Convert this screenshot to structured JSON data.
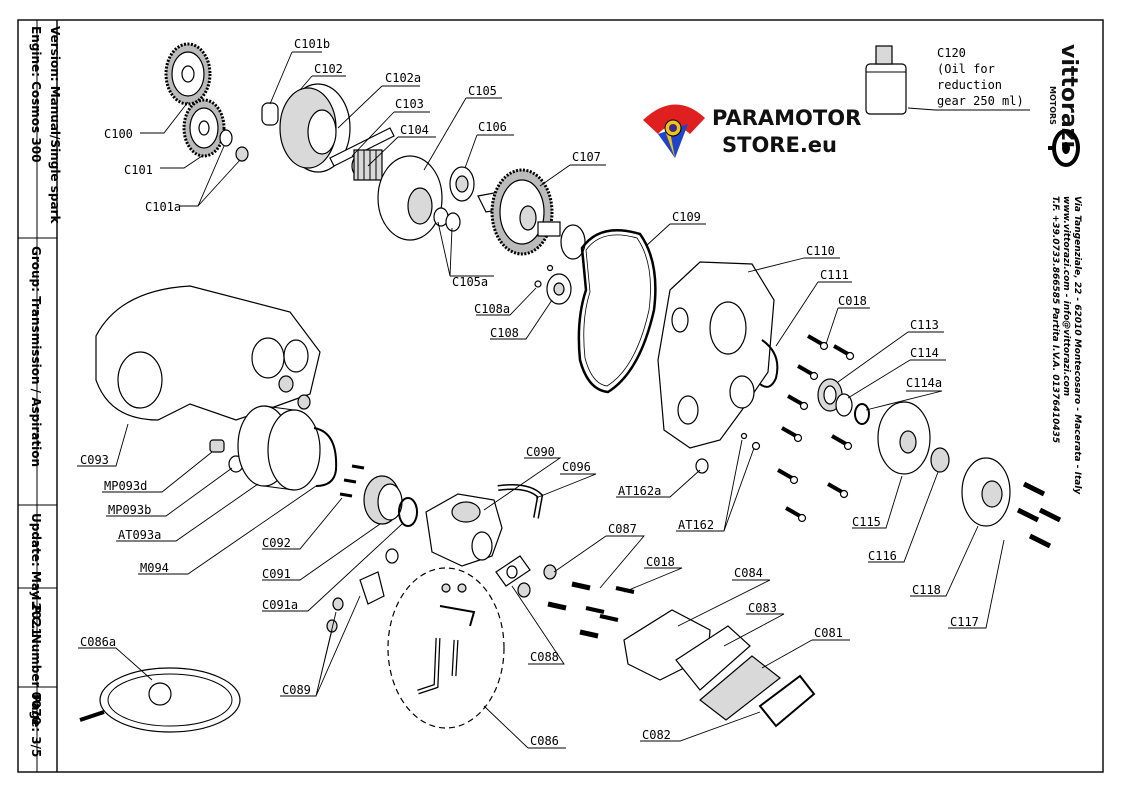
{
  "header": {
    "engine": "Engine: Cosmos 300",
    "version": "Version: Manual/Single spark",
    "group": "Group: Transmission / Aspiration",
    "update": "Update: May 2021",
    "ipc": "I.P.C. Number 0070",
    "page": "Page: 3/5"
  },
  "brand": {
    "name": "vittorazi",
    "sub": "MOTORS",
    "address_lines": [
      "Via Tangenziale, 22 - 62010 Montecosaro - Macerata - Italy",
      "www.vittorazi.com - info@vittorazi.com",
      "T.F. +39.0733.866585 Partita I.V.A. 01376410435"
    ]
  },
  "store": {
    "line1": "PARAMOTOR",
    "line2": "STORE.eu"
  },
  "oil_note": [
    "C120",
    "(Oil for",
    "reduction",
    "gear 250 ml)"
  ],
  "labels": {
    "C100": "C100",
    "C101": "C101",
    "C101a": "C101a",
    "C101b": "C101b",
    "C102": "C102",
    "C102a": "C102a",
    "C103": "C103",
    "C104": "C104",
    "C105": "C105",
    "C105a": "C105a",
    "C106": "C106",
    "C107": "C107",
    "C108a": "C108a",
    "C108": "C108",
    "C109": "C109",
    "C110": "C110",
    "C111": "C111",
    "C018a": "C018",
    "C113": "C113",
    "C114": "C114",
    "C114a": "C114a",
    "AT162a": "AT162a",
    "AT162": "AT162",
    "C115": "C115",
    "C116": "C116",
    "C118": "C118",
    "C117": "C117",
    "C093": "C093",
    "MP093d": "MP093d",
    "MP093b": "MP093b",
    "AT093a": "AT093a",
    "M094": "M094",
    "C092": "C092",
    "C091": "C091",
    "C091a": "C091a",
    "C090": "C090",
    "C096": "C096",
    "C087": "C087",
    "C018b": "C018",
    "C084": "C084",
    "C083": "C083",
    "C081": "C081",
    "C088": "C088",
    "C082": "C082",
    "C086a": "C086a",
    "C089": "C089",
    "C086": "C086"
  }
}
